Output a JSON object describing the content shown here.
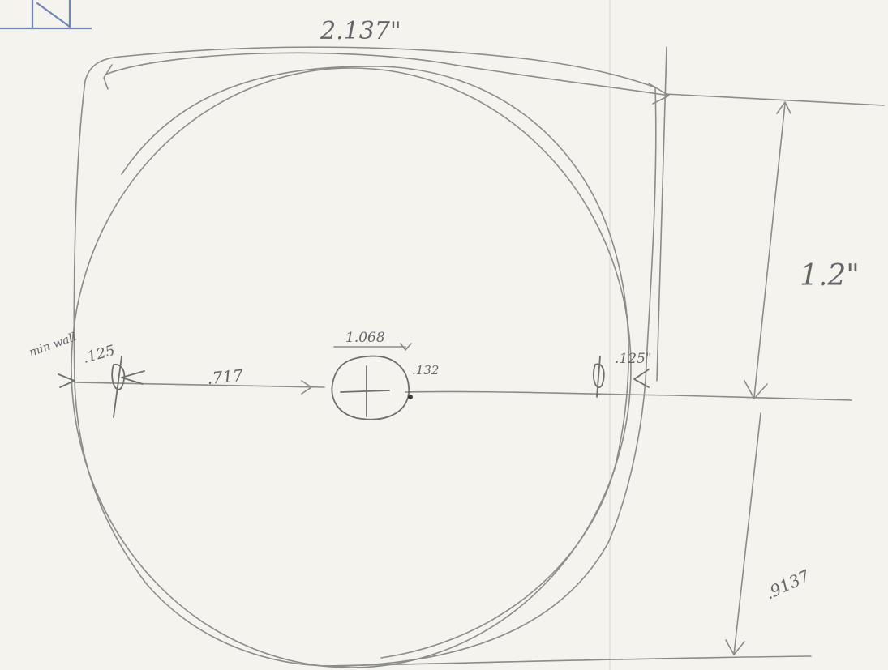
{
  "drawing": {
    "labels": {
      "top_width": "2.137\"",
      "right_height": "1.2\"",
      "bottom_height": ".9137",
      "min_wall": "min wall",
      "left_wall": ".125",
      "hole_offset": ".717",
      "hole_diameter": "1.068",
      "hole_inner": ".132",
      "right_wall": ".125\""
    },
    "colors": {
      "paper": "#f4f3ee",
      "pencil": "#8c8c88",
      "logo": "#6f86b6"
    }
  }
}
